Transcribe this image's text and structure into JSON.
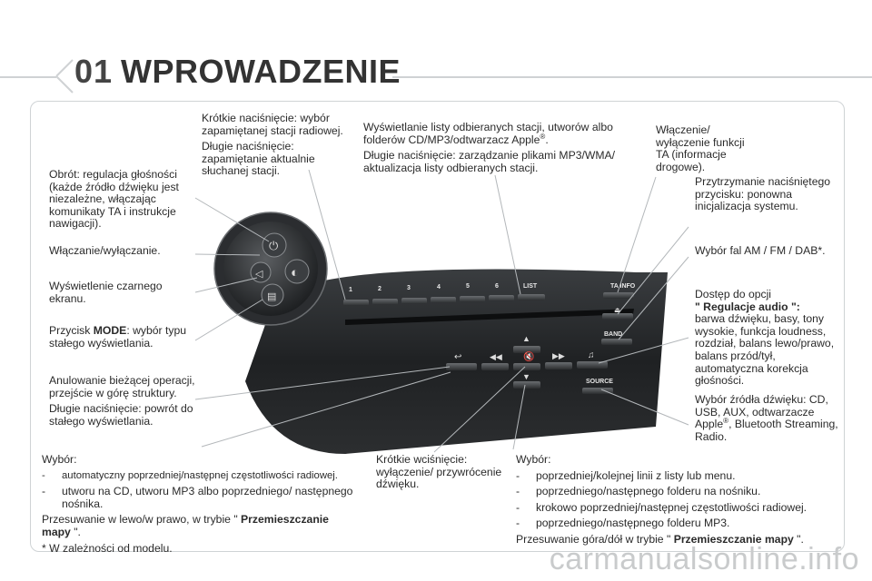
{
  "header": {
    "number": "01",
    "title": "WPROWADZENIE"
  },
  "panel": {
    "preset_labels": [
      "1",
      "2",
      "3",
      "4",
      "5",
      "6"
    ],
    "list_label": "LIST",
    "ta_info_label": "TA INFO",
    "band_label": "BAND",
    "source_label": "SOURCE"
  },
  "left": {
    "rotation": "Obrót: regulacja głośności (każde źródło dźwięku jest niezależne, włączając komunikaty TA i instrukcje nawigacji).",
    "power": "Włączanie/wyłączanie.",
    "black_screen": "Wyświetlenie czarnego ekranu.",
    "mode_prefix": "Przycisk ",
    "mode_bold": "MODE",
    "mode_suffix": ": wybór typu stałego wyświetlania.",
    "back_short": "Anulowanie bieżącej operacji, przejście w górę struktury.",
    "back_long": "Długie naciśnięcie: powrót do stałego wyświetlania."
  },
  "top_center": {
    "short": "Krótkie naciśnięcie: wybór zapamiętanej stacji radiowej.",
    "long": "Długie naciśnięcie: zapamiętanie aktualnie słuchanej stacji."
  },
  "top_list": {
    "line1_pre": "Wyświetlanie listy odbieranych stacji, utworów albo folderów CD/MP3/odtwarzacz Apple",
    "line1_sup": "®",
    "line1_post": ".",
    "line2": "Długie naciśnięcie: zarządzanie plikami MP3/WMA/ aktualizacja listy odbieranych stacji."
  },
  "right": {
    "ta": "Włączenie/ wyłączenie funkcji TA (informacje drogowe).",
    "reset": "Przytrzymanie naciśniętego przycisku: ponowna inicjalizacja systemu.",
    "band": "Wybór fal AM / FM / DAB*.",
    "audio_pre": "Dostęp do opcji",
    "audio_bold": "\" Regulacje audio \":",
    "audio_post": "barwa dźwięku, basy, tony wysokie, funkcja loudness, rozdział, balans lewo/prawo, balans przód/tył, automatyczna korekcja głośności.",
    "source_pre": "Wybór źródła dźwięku: CD, USB, AUX, odtwarzacze Apple",
    "source_sup": "®",
    "source_post": ", Bluetooth Streaming, Radio."
  },
  "bottom_left": {
    "heading": "Wybór:",
    "items": [
      "automatyczny poprzedniej/następnej częstotliwości radiowej.",
      "utworu na CD, utworu MP3 albo poprzedniego/ następnego nośnika."
    ],
    "move_pre": "Przesuwanie w lewo/w prawo, w trybie \" ",
    "move_bold": "Przemieszczanie mapy",
    "move_post": " \".",
    "footnote": "* W zależności od modelu."
  },
  "bottom_mid": {
    "text": "Krótkie wciśnięcie: wyłączenie/ przywrócenie dźwięku."
  },
  "bottom_right": {
    "heading": "Wybór:",
    "items": [
      "poprzedniej/kolejnej linii z listy lub menu.",
      "poprzedniego/następnego folderu na nośniku.",
      "krokowo poprzedniej/następnej częstotliwości radiowej.",
      "poprzedniego/następnego folderu MP3."
    ],
    "move_pre": "Przesuwanie góra/dół w trybie \" ",
    "move_bold": "Przemieszczanie mapy",
    "move_post": " \"."
  },
  "watermark": "carmanualsonline.info"
}
